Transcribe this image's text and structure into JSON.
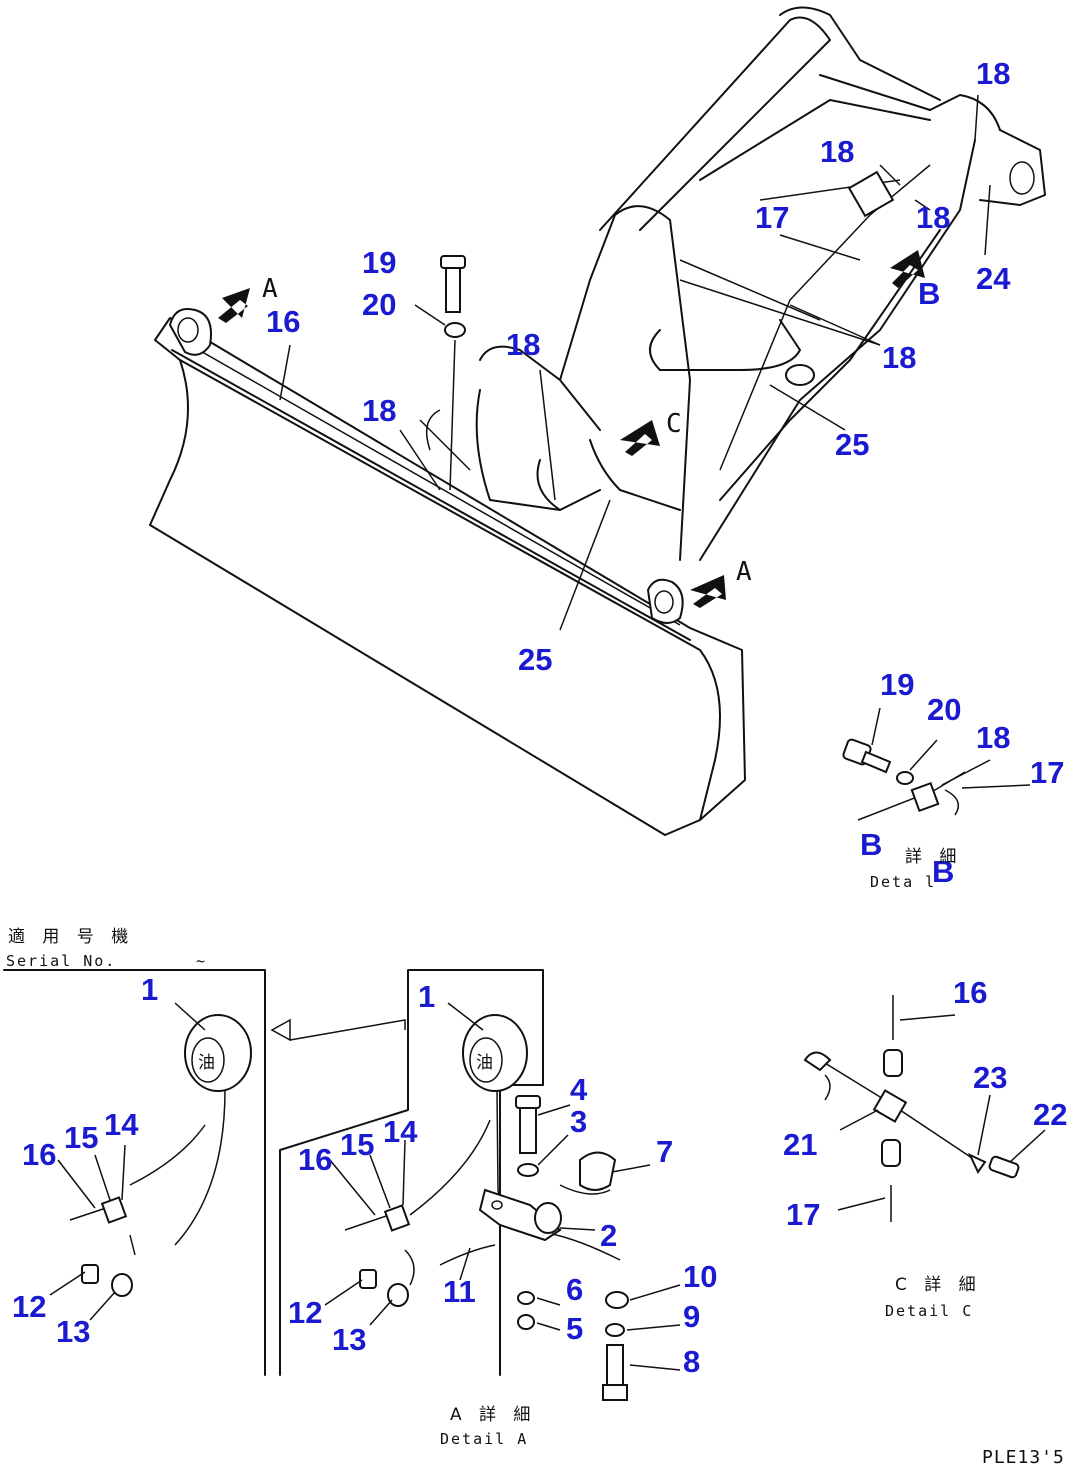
{
  "drawing_code": "PLE13'5",
  "callouts": {
    "c_top18a": "18",
    "c_top18b": "18",
    "c_top18c": "18",
    "c_top17": "17",
    "c_top24": "24",
    "c_b_arrow": "B",
    "c_18d": "18",
    "c_25a": "25",
    "c_19": "19",
    "c_20": "20",
    "c_16": "16",
    "c_18e": "18",
    "c_18f": "18",
    "c_25b": "25",
    "c_db19": "19",
    "c_db20": "20",
    "c_db18": "18",
    "c_db17": "17",
    "c_db_b1": "B",
    "c_db_b2": "B",
    "c_s1": "1",
    "c_s16": "16",
    "c_s15": "15",
    "c_s14": "14",
    "c_s12": "12",
    "c_s13": "13",
    "c_a1": "1",
    "c_a4": "4",
    "c_a3": "3",
    "c_a7": "7",
    "c_a16": "16",
    "c_a15": "15",
    "c_a14": "14",
    "c_a2": "2",
    "c_a11": "11",
    "c_a10": "10",
    "c_a6": "6",
    "c_a5": "5",
    "c_a9": "9",
    "c_a8": "8",
    "c_a12": "12",
    "c_a13": "13",
    "c_c16": "16",
    "c_c23": "23",
    "c_c22": "22",
    "c_c21": "21",
    "c_c17": "17"
  },
  "view_letters": {
    "a1": "A",
    "a2": "A",
    "c": "C"
  },
  "captions": {
    "detail_b_jp": "詳 細",
    "detail_b_en": "Deta l",
    "serial_jp": "適 用 号 機",
    "serial_en": "Serial No.",
    "serial_tilde": "~",
    "detail_a_jp": "A 詳 細",
    "detail_a_en": "Detail A",
    "detail_c_jp": "C 詳 細",
    "detail_c_en": "Detail C",
    "gauge_mark": "油"
  }
}
